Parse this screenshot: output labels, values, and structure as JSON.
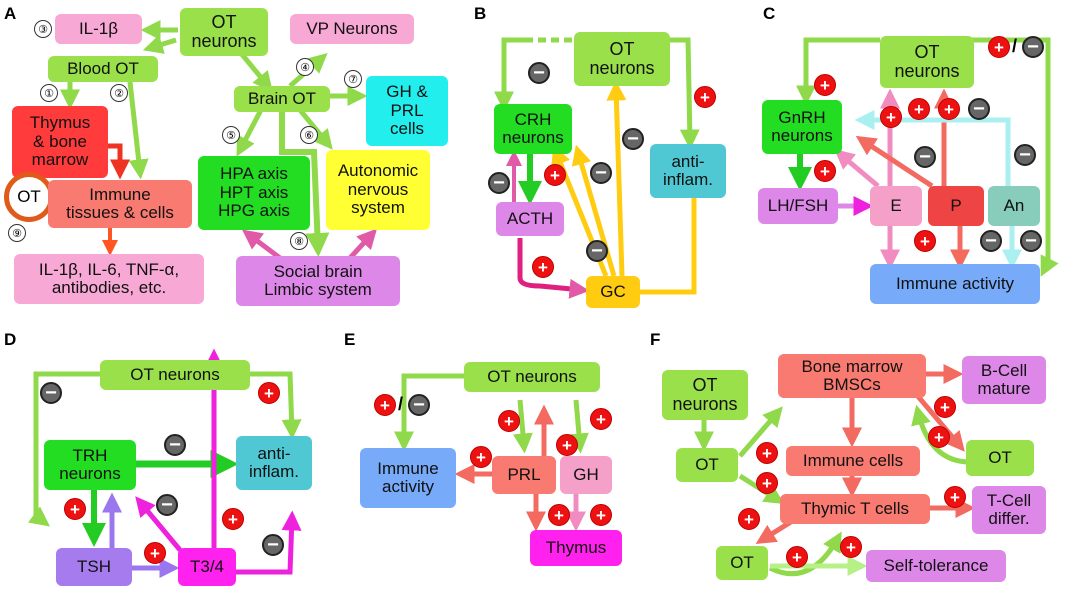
{
  "panels": {
    "A": {
      "label": "A",
      "nodes": {
        "il1b_top": "IL-1β",
        "ot_neurons": "OT\nneurons",
        "vp_neurons": "VP Neurons",
        "blood_ot": "Blood OT",
        "brain_ot": "Brain OT",
        "gh_prl": "GH &\nPRL\ncells",
        "thymus_bm": "Thymus\n& bone\nmarrow",
        "ot_ring": "OT",
        "immune_tissues": "Immune\ntissues & cells",
        "hpa": "HPA axis\nHPT axis\nHPG axis",
        "autonomic": "Autonomic\nnervous\nsystem",
        "cytokines": "IL-1β, IL-6, TNF-α,\nantibodies, etc.",
        "social_brain": "Social brain\nLimbic system"
      },
      "numbers": [
        "③",
        "①",
        "②",
        "④",
        "⑦",
        "⑤",
        "⑥",
        "⑧",
        "⑨"
      ]
    },
    "B": {
      "label": "B",
      "nodes": {
        "ot_neurons": "OT\nneurons",
        "crh": "CRH\nneurons",
        "anti_inflam": "anti-\ninflam.",
        "acth": "ACTH",
        "gc": "GC"
      }
    },
    "C": {
      "label": "C",
      "nodes": {
        "ot_neurons": "OT\nneurons",
        "gnrh": "GnRH\nneurons",
        "lh_fsh": "LH/FSH",
        "e": "E",
        "p": "P",
        "an": "An",
        "immune": "Immune activity"
      }
    },
    "D": {
      "label": "D",
      "nodes": {
        "ot_neurons": "OT neurons",
        "trh": "TRH\nneurons",
        "anti_inflam": "anti-\ninflam.",
        "tsh": "TSH",
        "t34": "T3/4"
      }
    },
    "E": {
      "label": "E",
      "nodes": {
        "ot_neurons": "OT neurons",
        "immune": "Immune\nactivity",
        "prl": "PRL",
        "gh": "GH",
        "thymus": "Thymus"
      }
    },
    "F": {
      "label": "F",
      "nodes": {
        "ot_neurons": "OT\nneurons",
        "bone_marrow": "Bone marrow\nBMSCs",
        "bcell": "B-Cell\nmature",
        "ot_left": "OT",
        "ot_right": "OT",
        "immune_cells": "Immune cells",
        "thymic_t": "Thymic T cells",
        "tcell": "T-Cell\ndiffer.",
        "ot_bottom": "OT",
        "self_tol": "Self-tolerance"
      }
    }
  },
  "signs": {
    "plus": "+",
    "minus": "−",
    "slash": "/"
  },
  "colors": {
    "green": "#99e04a",
    "bright_green": "#22dd22",
    "pink": "#f7a8d4",
    "red": "#ff3b3b",
    "salmon": "#f87a70",
    "yellow": "#ffff33",
    "cyan": "#22eeee",
    "violet": "#dd88e8",
    "teal": "#4fc8d4",
    "blue": "#77aaf8",
    "purple": "#a57bee",
    "magenta": "#ff22ee",
    "gold": "#ffcc11"
  }
}
